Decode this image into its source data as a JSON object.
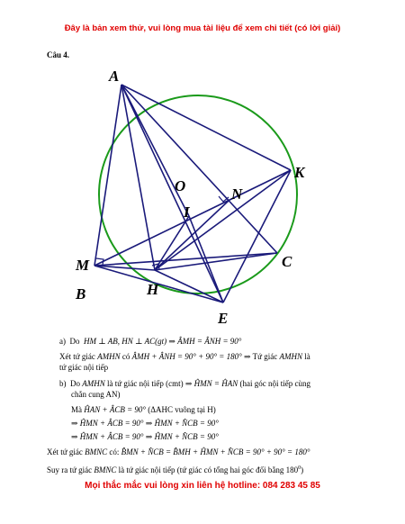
{
  "header": {
    "banner": "Đây là bản xem thử, vui lòng mua tài liệu để xem chi tiết (có lời giải)"
  },
  "question": {
    "title": "Câu 4."
  },
  "figure": {
    "points": {
      "A": "A",
      "K": "K",
      "O": "O",
      "N": "N",
      "I": "I",
      "M": "M",
      "C": "C",
      "B": "B",
      "H": "H",
      "E": "E"
    },
    "colors": {
      "circle": "#1a9a1a",
      "lines": "#1a1a7a"
    }
  },
  "solution": {
    "a_label": "a)",
    "a_do": "Do",
    "a_math1": "HM ⊥ AB, HN ⊥ AC(gt) ⇒ ÂMH = ÂNH = 90°",
    "a2_pre": "Xét tứ giác",
    "a2_quad": "AMHN",
    "a2_co": "có",
    "a2_math": "ÂMH + ÂNH = 90° + 90° = 180° ⇒",
    "a2_post": "Tứ giác",
    "a2_quad2": "AMHN",
    "a2_la": "là",
    "a3": "tứ giác nội tiếp",
    "b_label": "b)",
    "b_do": "Do",
    "b_quad": "AMHN",
    "b_text": "là tứ giác nội tiếp (cmt) ⇒",
    "b_math": "ĤMN = ĤAN",
    "b_reason": "(hai góc nội tiếp cùng",
    "b2": "chắn cung AN)",
    "c_ma": "Mà",
    "c_math": "ĤAN + ÂCB = 90°",
    "c_note": "(ΔAHC vuông tại H)",
    "c2": "⇒ ĤMN + ÂCB = 90° ⇒ ĤMN + N̂CB = 90°",
    "c3": "⇒ ĤMN + ÂCB = 90° ⇒ ĤMN + N̂CB = 90°",
    "d_pre": "Xét tứ giác",
    "d_quad": "BMNC",
    "d_co": "có:",
    "d_math": "B̂MN + N̂CB = B̂MH + ĤMN + N̂CB = 90° + 90° = 180°",
    "e_pre": "Suy ra tứ giác",
    "e_quad": "BMNC",
    "e_text": "là tứ giác nội tiếp (tứ giác có tổng hai góc đối bằng 180",
    "e_deg": "0",
    "e_close": ")"
  },
  "footer": {
    "hotline": "Mọi thắc mắc vui lòng xin liên hệ hotline: 084 283 45 85"
  }
}
